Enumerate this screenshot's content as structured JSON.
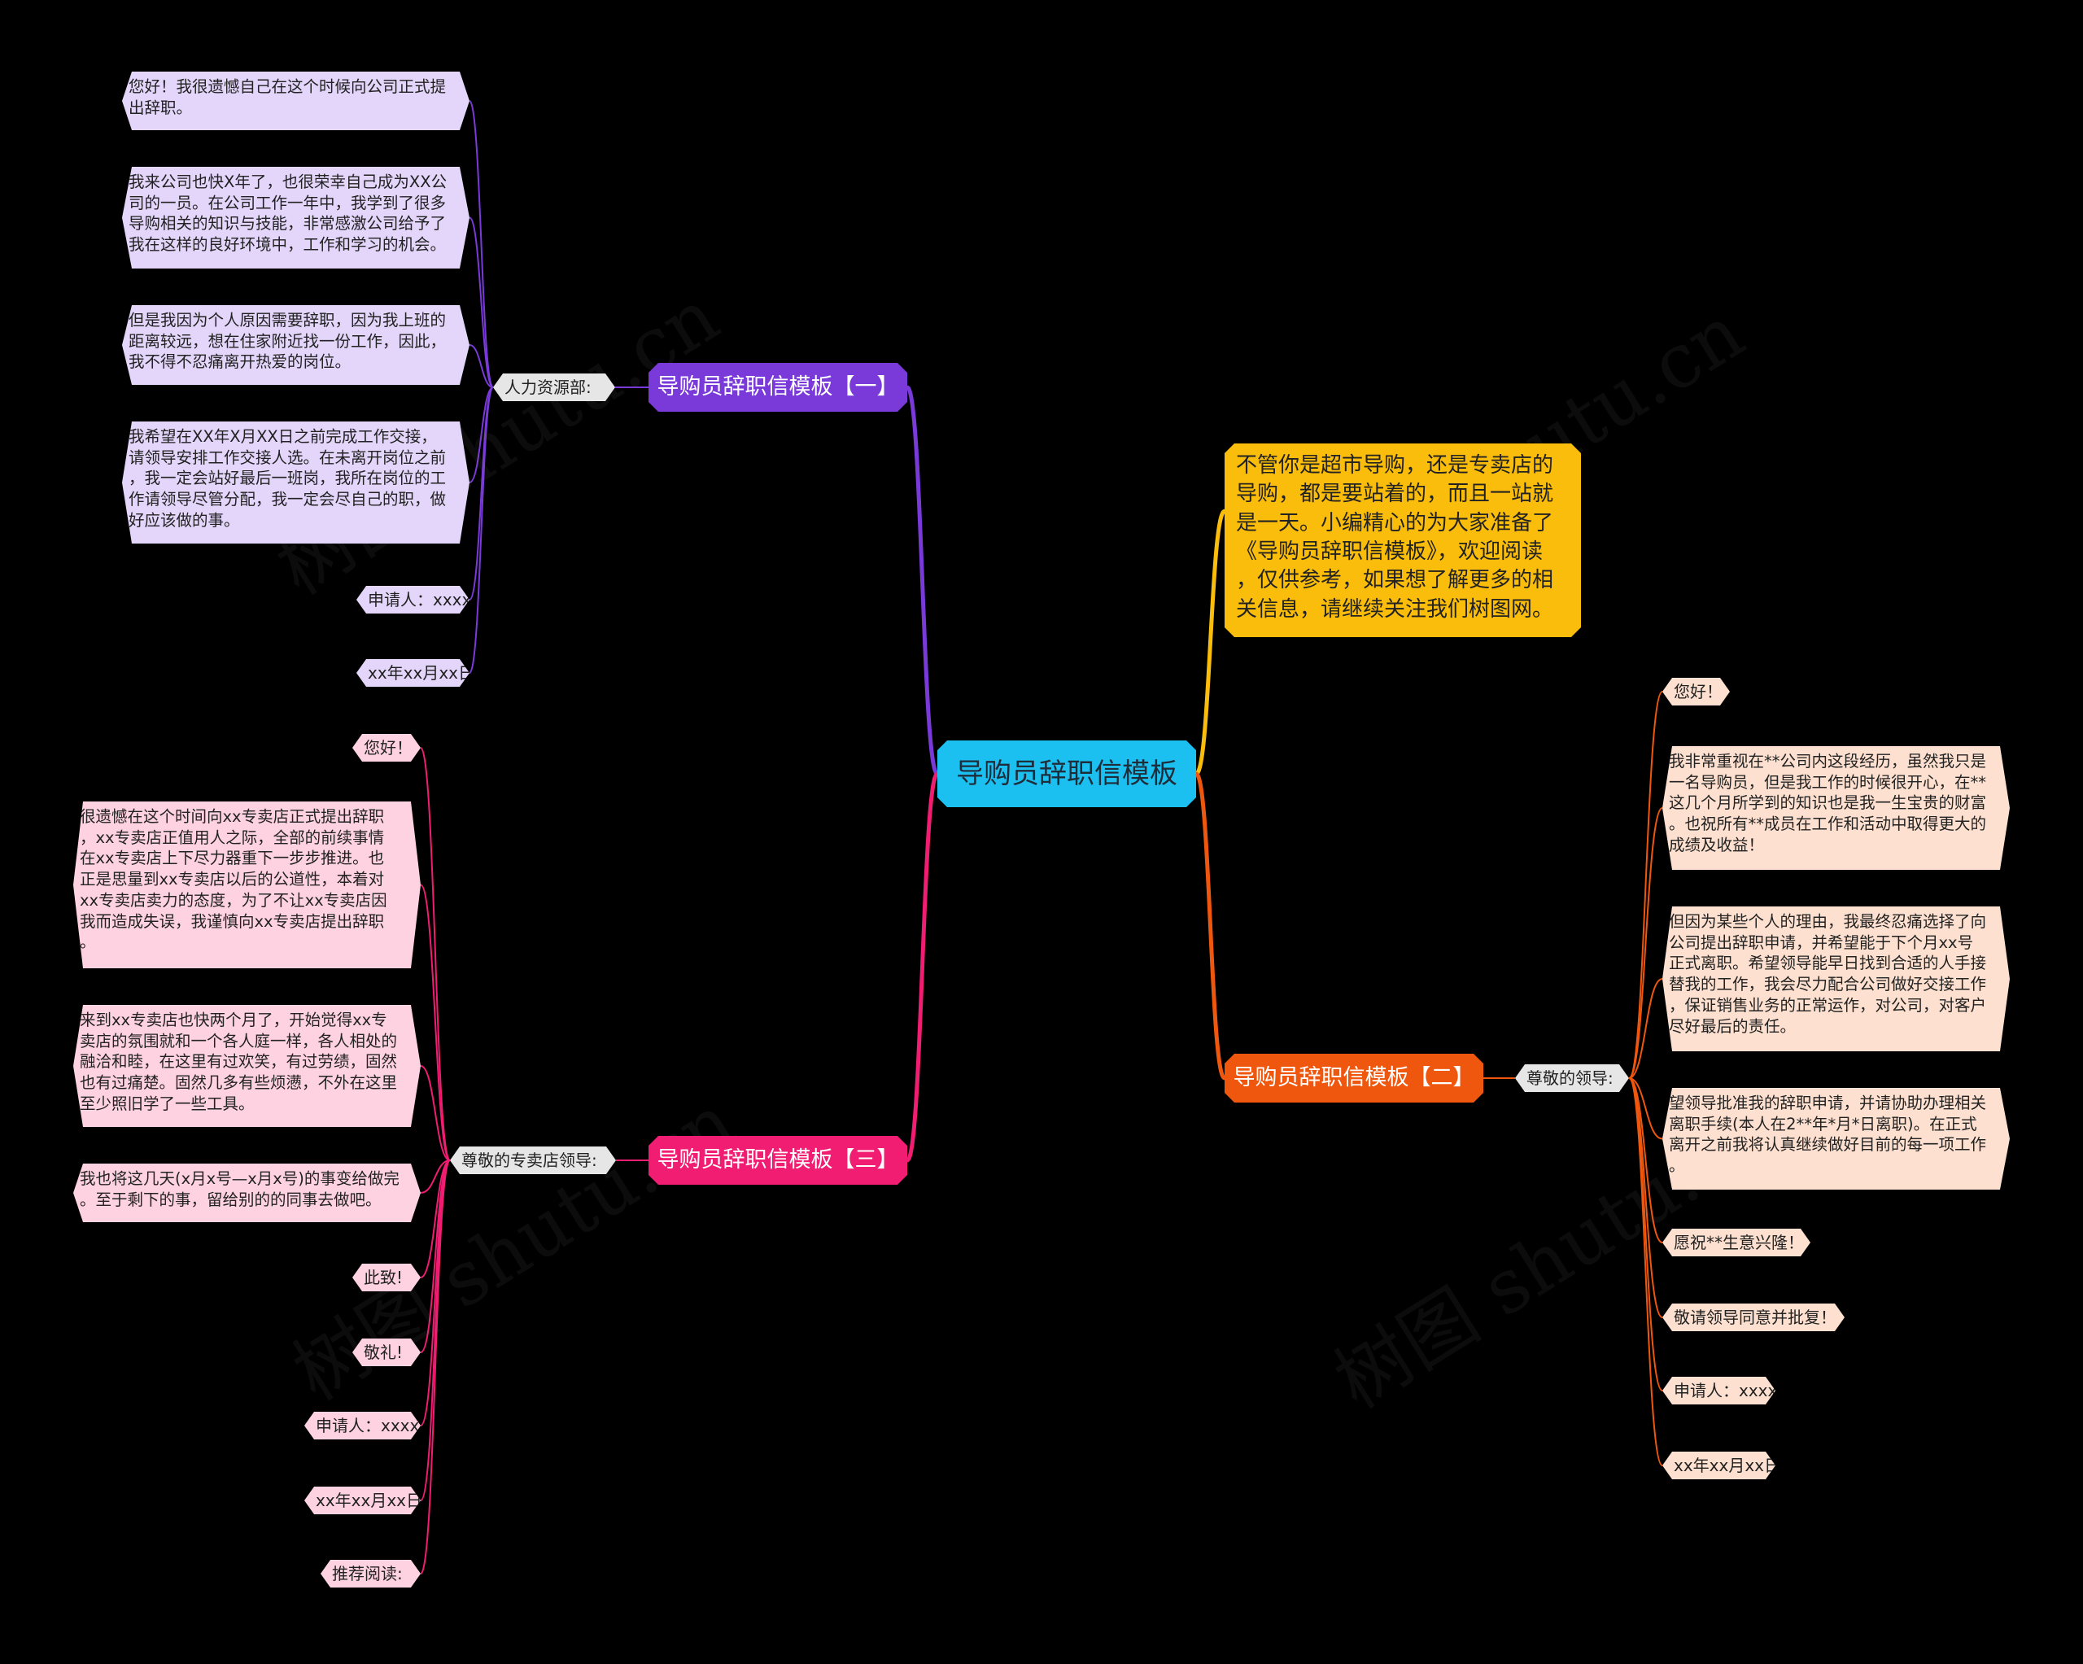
{
  "center": "导购员辞职信模板",
  "intro": "不管你是超市导购，还是专卖店的\n导购，都是要站着的，而且一站就\n是一天。小编精心的为大家准备了\n《导购员辞职信模板》，欢迎阅读\n，仅供参考，如果想了解更多的相\n关信息，请继续关注我们树图网。",
  "watermark": "树图 shutu.cn",
  "branch1": {
    "title": "导购员辞职信模板【一】",
    "label": "人力资源部:",
    "leaves": [
      "您好！我很遗憾自己在这个时候向公司正式提\n出辞职。",
      "我来公司也快X年了，也很荣幸自己成为XX公\n司的一员。在公司工作一年中，我学到了很多\n导购相关的知识与技能，非常感激公司给予了\n我在这样的良好环境中，工作和学习的机会。",
      "但是我因为个人原因需要辞职，因为我上班的\n距离较远，想在住家附近找一份工作，因此，\n我不得不忍痛离开热爱的岗位。",
      "我希望在XX年X月XX日之前完成工作交接，\n请领导安排工作交接人选。在未离开岗位之前\n，我一定会站好最后一班岗，我所在岗位的工\n作请领导尽管分配，我一定会尽自己的职，做\n好应该做的事。",
      "申请人：xxxx",
      "xx年xx月xx日"
    ]
  },
  "branch2": {
    "title": "导购员辞职信模板【二】",
    "label": "尊敬的领导:",
    "leaves": [
      "您好！",
      "我非常重视在**公司内这段经历，虽然我只是\n一名导购员，但是我工作的时候很开心，在**\n这几个月所学到的知识也是我一生宝贵的财富\n。也祝所有**成员在工作和活动中取得更大的\n成绩及收益！",
      "但因为某些个人的理由，我最终忍痛选择了向\n公司提出辞职申请，并希望能于下个月xx号\n正式离职。希望领导能早日找到合适的人手接\n替我的工作，我会尽力配合公司做好交接工作\n，保证销售业务的正常运作，对公司，对客户\n尽好最后的责任。",
      "望领导批准我的辞职申请，并请协助办理相关\n离职手续(本人在2**年*月*日离职)。在正式\n离开之前我将认真继续做好目前的每一项工作\n。",
      "愿祝**生意兴隆！",
      "敬请领导同意并批复！",
      "申请人：xxxx",
      "xx年xx月xx日"
    ]
  },
  "branch3": {
    "title": "导购员辞职信模板【三】",
    "label": "尊敬的专卖店领导:",
    "leaves": [
      "您好！",
      "很遗憾在这个时间向xx专卖店正式提出辞职\n，xx专卖店正值用人之际，全部的前续事情\n在xx专卖店上下尽力器重下一步步推进。也\n正是思量到xx专卖店以后的公道性，本着对\nxx专卖店卖力的态度，为了不让xx专卖店因\n我而造成失误，我谨慎向xx专卖店提出辞职\n。",
      "来到xx专卖店也快两个月了，开始觉得xx专\n卖店的氛围就和一个各人庭一样，各人相处的\n融洽和睦，在这里有过欢笑，有过劳绩，固然\n也有过痛楚。固然几多有些烦懑，不外在这里\n至少照旧学了一些工具。",
      "我也将这几天(x月x号—x月x号)的事变给做完\n。至于剩下的事，留给别的的同事去做吧。",
      "此致!",
      "敬礼!",
      "申请人：xxxx",
      "xx年xx月xx日",
      "推荐阅读:"
    ]
  },
  "colors": {
    "b1": "#7a3ad9",
    "b2": "#f0570e",
    "b3": "#f01d72",
    "center": "#1cc0f0",
    "intro": "#fbbd0b"
  }
}
